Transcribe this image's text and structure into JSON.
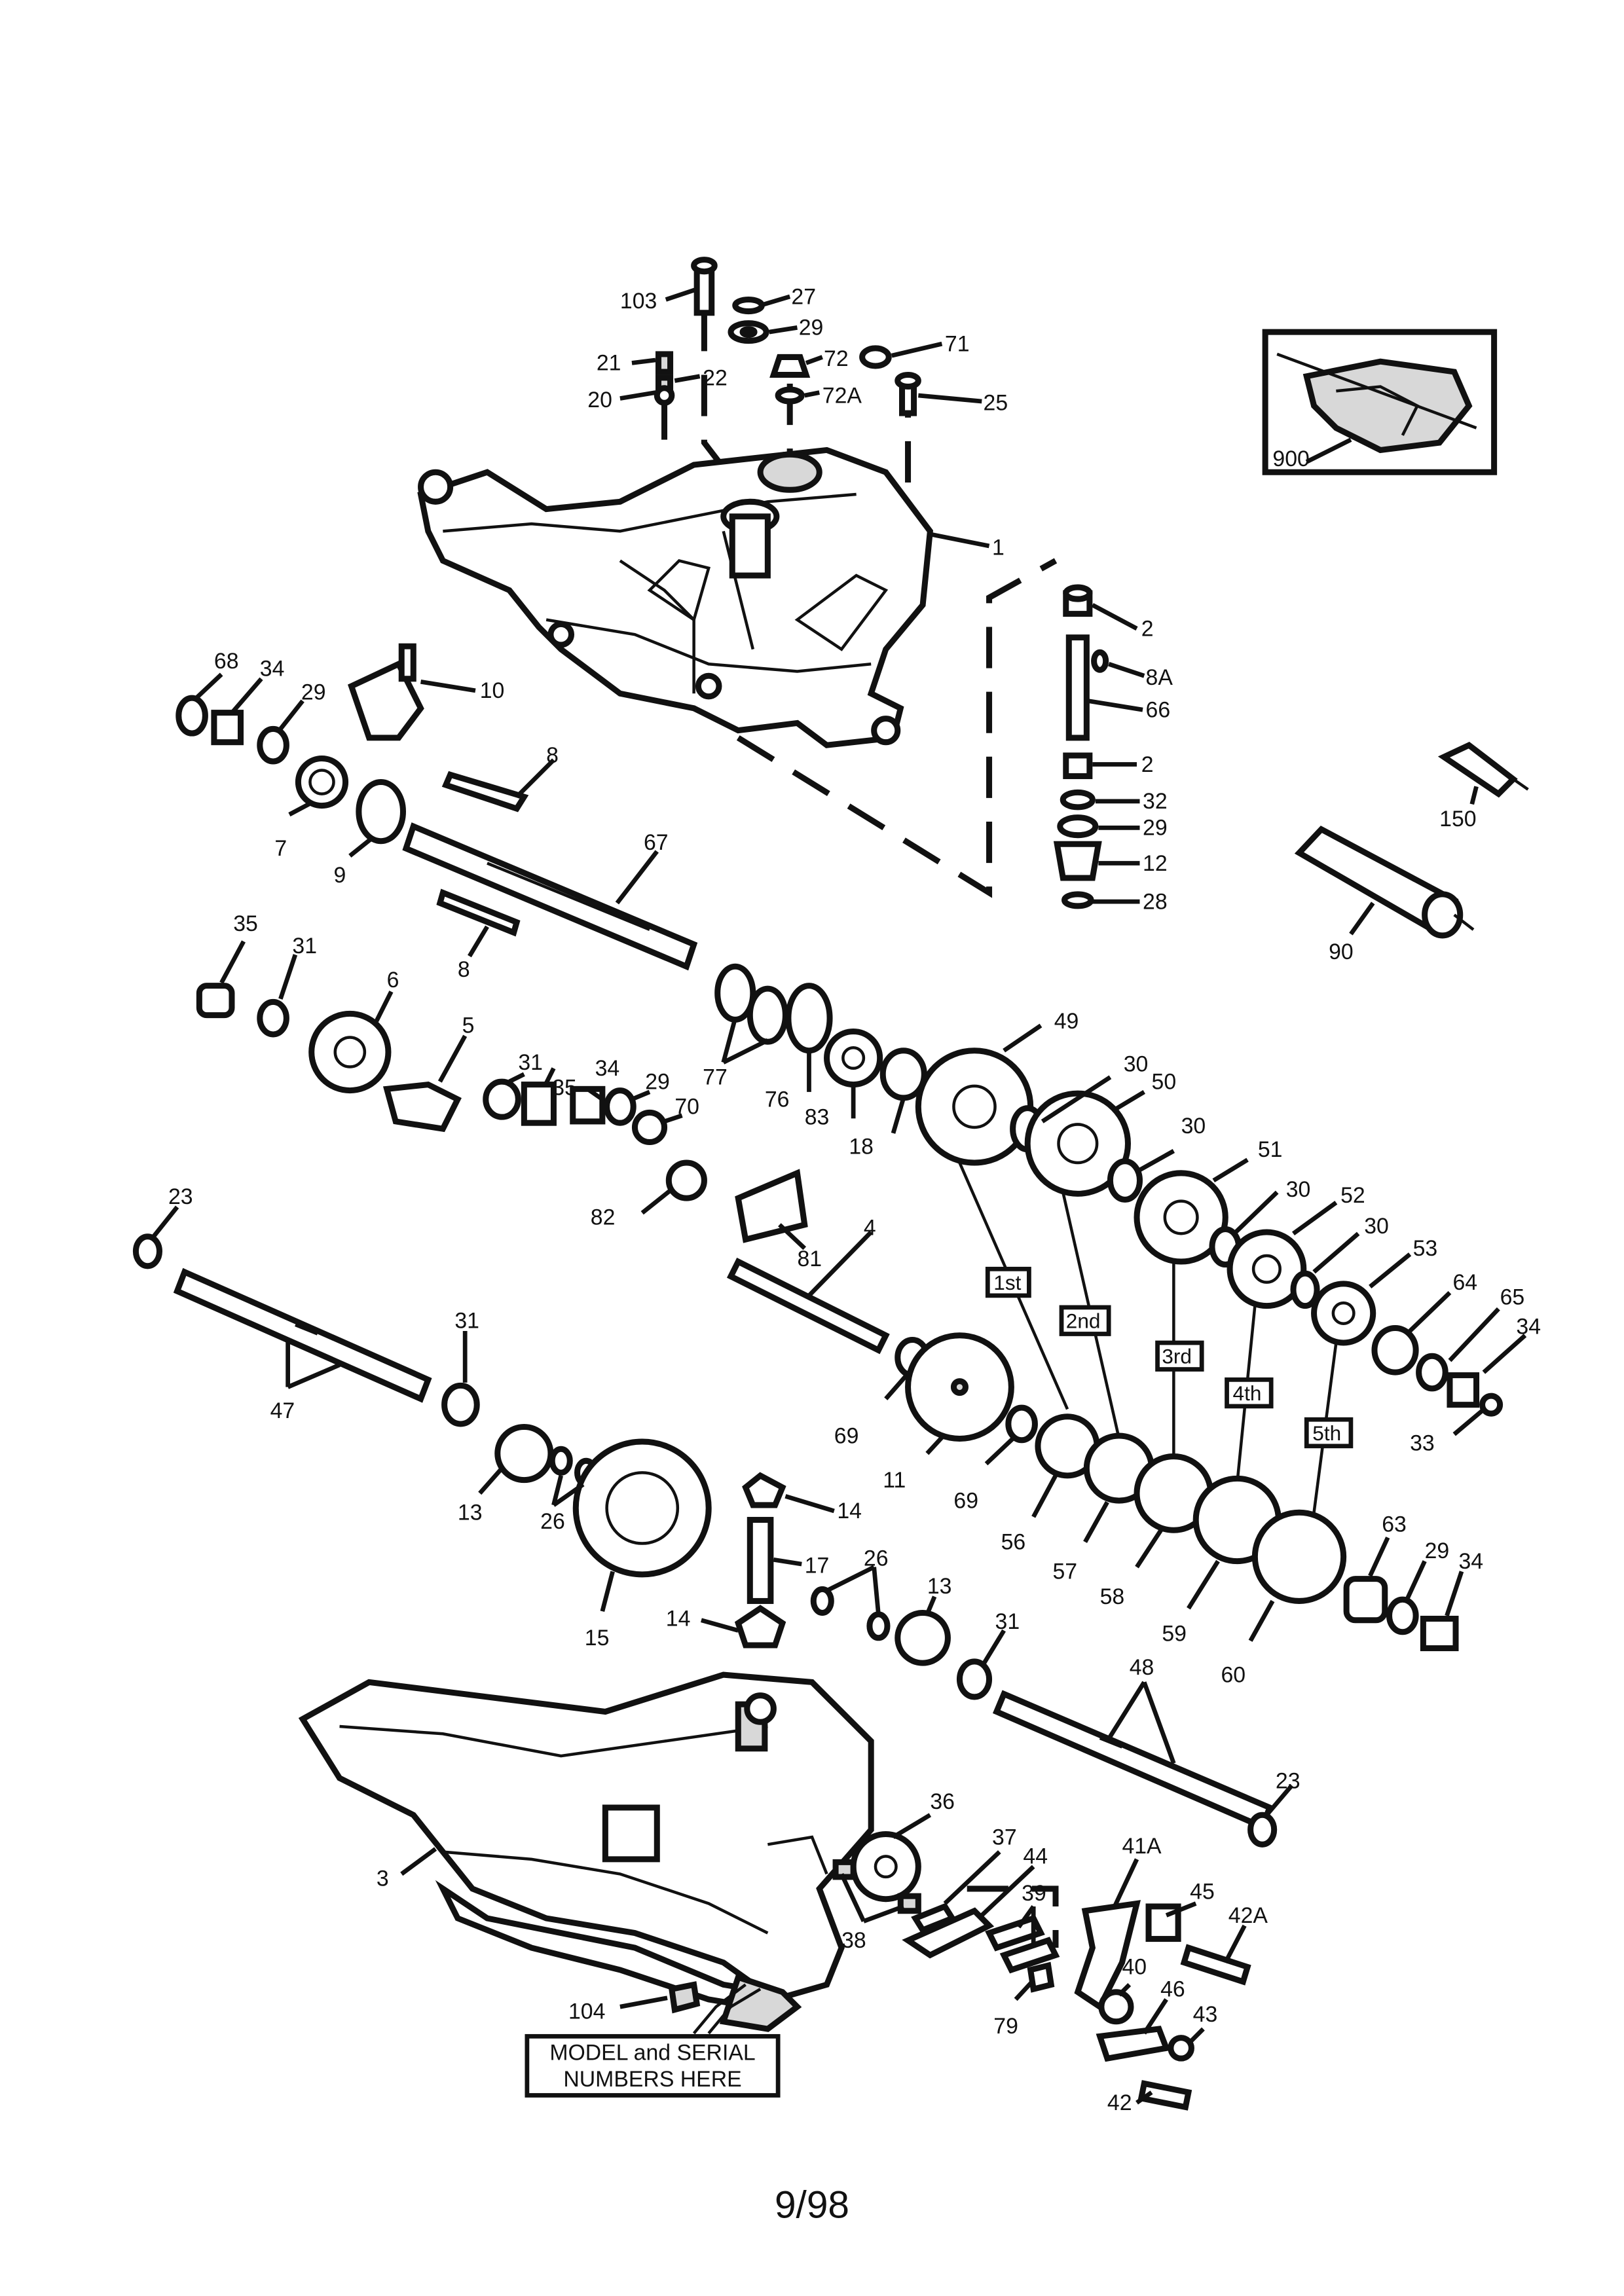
{
  "callouts": {
    "c103": "103",
    "c27": "27",
    "c29a": "29",
    "c21": "21",
    "c22": "22",
    "c72": "72",
    "c71": "71",
    "c20": "20",
    "c72A": "72A",
    "c25": "25",
    "c1": "1",
    "c900": "900",
    "c2a": "2",
    "c8A": "8A",
    "c66": "66",
    "c2b": "2",
    "c32": "32",
    "c29b": "29",
    "c12": "12",
    "c28": "28",
    "c150": "150",
    "c90": "90",
    "c68": "68",
    "c34a": "34",
    "c29c": "29",
    "c10": "10",
    "c7": "7",
    "c9": "9",
    "c8a": "8",
    "c67": "67",
    "c8b": "8",
    "c35a": "35",
    "c31a": "31",
    "c6": "6",
    "c5": "5",
    "c31b": "31",
    "c35b": "35",
    "c34b": "34",
    "c29d": "29",
    "c70": "70",
    "c82": "82",
    "c81": "81",
    "c77": "77",
    "c76": "76",
    "c83": "83",
    "c18": "18",
    "c49": "49",
    "c30a": "30",
    "c50": "50",
    "c30b": "30",
    "c51": "51",
    "c30c": "30",
    "c52": "52",
    "c30d": "30",
    "c53": "53",
    "c4": "4",
    "c64": "64",
    "c65": "65",
    "c34c": "34",
    "c33": "33",
    "c23a": "23",
    "c47": "47",
    "c31c": "31",
    "c13a": "13",
    "c26a": "26",
    "c15": "15",
    "c14a": "14",
    "c17": "17",
    "c14b": "14",
    "c26b": "26",
    "c13b": "13",
    "c31d": "31",
    "c69a": "69",
    "c11": "11",
    "c69b": "69",
    "c56": "56",
    "c57": "57",
    "c58": "58",
    "c59": "59",
    "c60": "60",
    "c63": "63",
    "c29e": "29",
    "c34d": "34",
    "c48": "48",
    "c23b": "23",
    "c3": "3",
    "c36": "36",
    "c37": "37",
    "c38": "38",
    "c44": "44",
    "c39": "39",
    "c41A": "41A",
    "c45": "45",
    "c42A": "42A",
    "c40": "40",
    "c46": "46",
    "c43": "43",
    "c42": "42",
    "c79": "79",
    "c104": "104"
  },
  "gear_tags": {
    "first": "1st",
    "second": "2nd",
    "third": "3rd",
    "fourth": "4th",
    "fifth": "5th"
  },
  "note": {
    "line1": "MODEL and SERIAL",
    "line2": "NUMBERS HERE"
  },
  "page_number": "9/98"
}
